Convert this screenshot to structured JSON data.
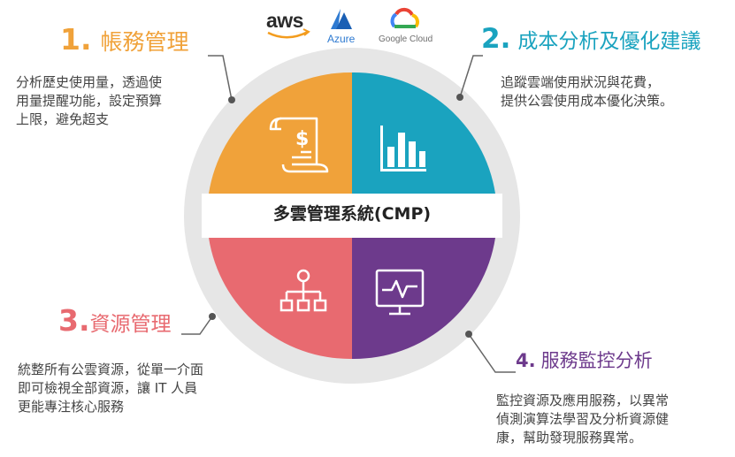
{
  "logos": {
    "aws": "aws",
    "azure": "Azure",
    "google_cloud": "Google Cloud"
  },
  "center_label": "多雲管理系統(CMP)",
  "quadrants": [
    {
      "number": "1.",
      "title": "帳務管理",
      "description": "分析歷史使用量，透過使\n用量提醒功能，設定預算\n上限，避免超支",
      "color": "#f0a23a",
      "icon": "invoice-dollar-icon"
    },
    {
      "number": "2.",
      "title": "成本分析及優化建議",
      "description": "追蹤雲端使用狀況與花費，\n提供公雲使用成本優化決策。",
      "color": "#1aa3bf",
      "icon": "bar-chart-icon"
    },
    {
      "number": "3.",
      "title": "資源管理",
      "description": "統整所有公雲資源，從單一介面\n即可檢視全部資源，讓 IT 人員\n更能專注核心服務",
      "color": "#e86a70",
      "icon": "org-hierarchy-icon"
    },
    {
      "number": "4.",
      "title": "服務監控分析",
      "description": "監控資源及應用服務，以異常\n偵測演算法學習及分析資源健\n康，幫助發現服務異常。",
      "color": "#6d3a8c",
      "icon": "monitor-pulse-icon"
    }
  ],
  "colors": {
    "ring": "#e6e6e6",
    "connector": "#666666"
  }
}
